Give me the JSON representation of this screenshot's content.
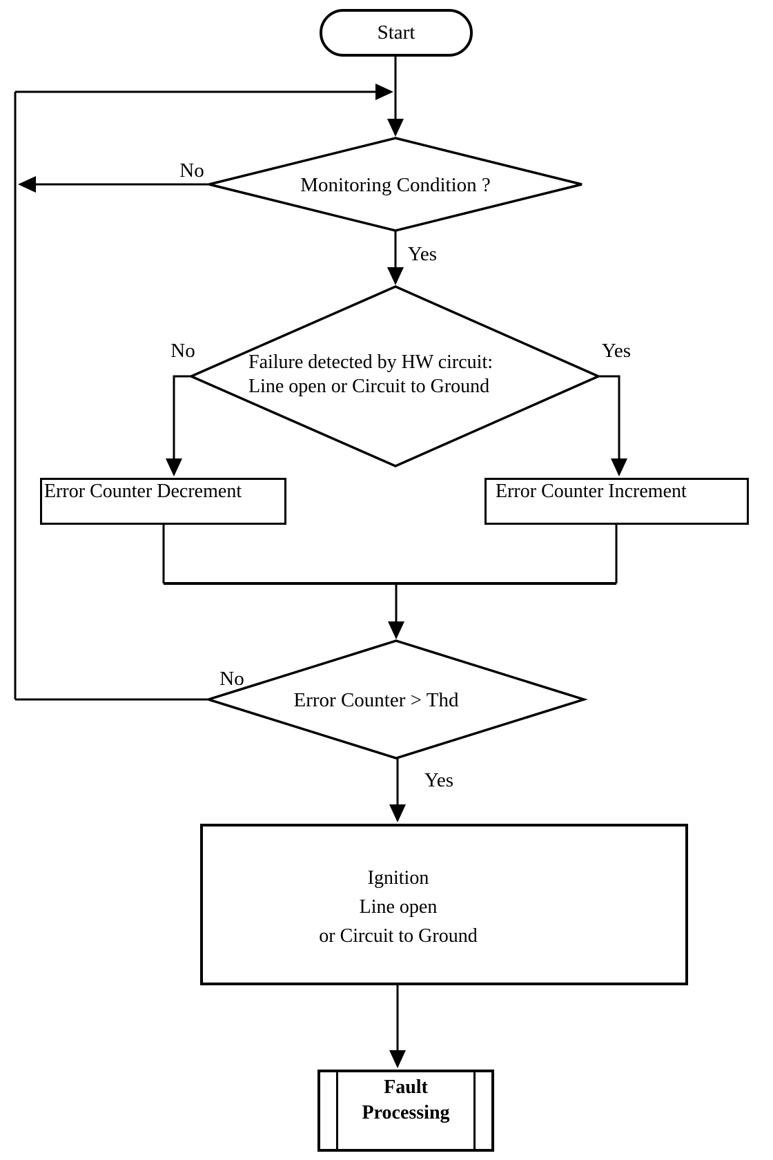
{
  "diagram": {
    "type": "flowchart",
    "nodes": {
      "start": {
        "shape": "terminator",
        "label": "Start"
      },
      "monitoring": {
        "shape": "decision",
        "label": "Monitoring Condition ?"
      },
      "failure": {
        "shape": "decision",
        "lines": [
          "Failure detected by HW circuit:",
          "Line open or Circuit to Ground"
        ]
      },
      "decrement": {
        "shape": "process",
        "label": "Error Counter Decrement"
      },
      "increment": {
        "shape": "process",
        "label": "Error Counter Increment"
      },
      "threshold": {
        "shape": "decision",
        "label": "Error Counter >  Thd"
      },
      "ignition": {
        "shape": "process",
        "lines": [
          "Ignition",
          "Line open",
          "or Circuit to Ground"
        ]
      },
      "fault": {
        "shape": "predefined-process",
        "lines": [
          "Fault",
          "Processing"
        ]
      }
    },
    "edge_labels": {
      "monitoring_no": "No",
      "monitoring_yes": "Yes",
      "failure_no": "No",
      "failure_yes": "Yes",
      "threshold_no": "No",
      "threshold_yes": "Yes"
    },
    "colors": {
      "line": "#000000",
      "text": "#000000",
      "background": "#ffffff"
    }
  }
}
